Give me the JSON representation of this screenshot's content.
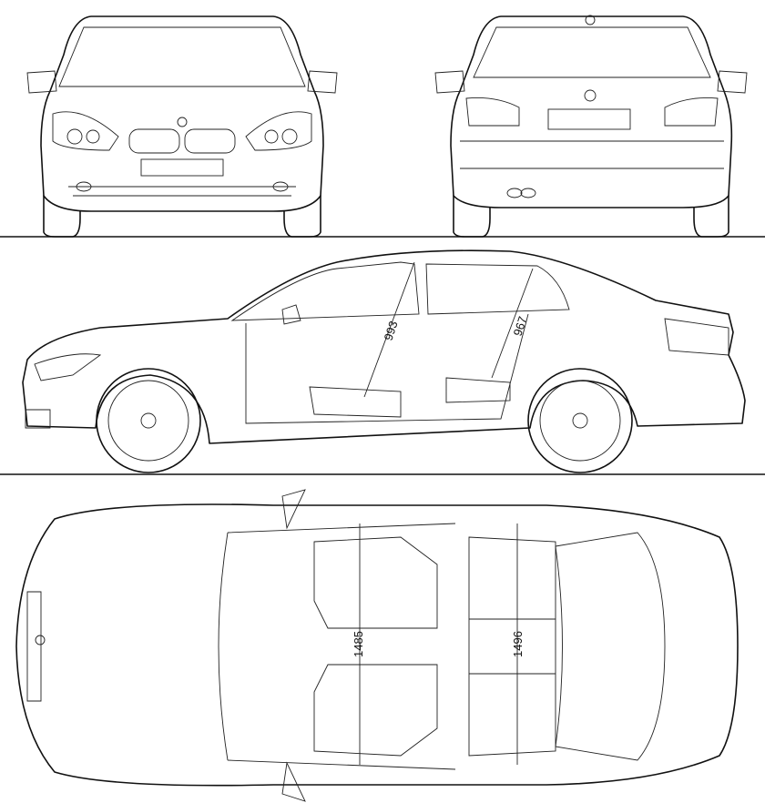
{
  "dimensions": {
    "front_headroom": "993",
    "rear_headroom": "967",
    "front_width": "1485",
    "rear_width": "1496"
  },
  "colors": {
    "line": "#111111",
    "background": "#ffffff"
  }
}
